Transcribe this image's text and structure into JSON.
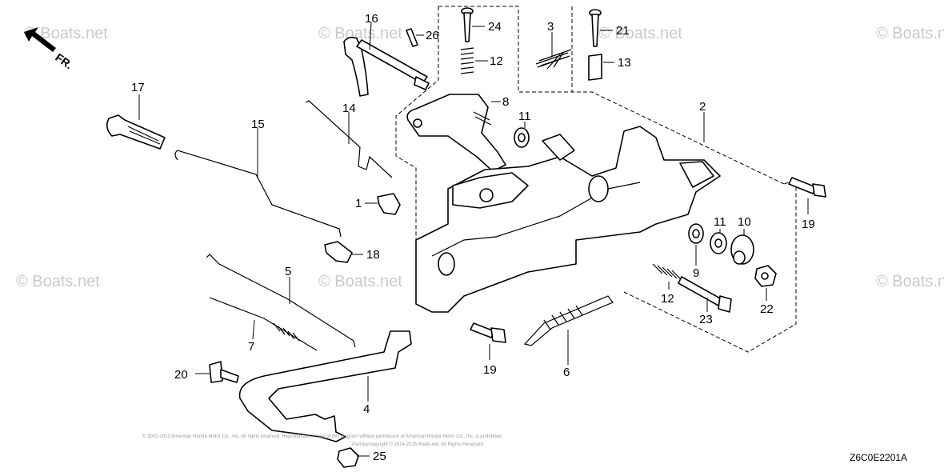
{
  "watermark": "© Boats.net",
  "direction_label": "FR.",
  "diagram_code": "Z6C0E2201A",
  "copyright_lines": [
    "© 2002-2013 American Honda Motor Co., Inc. All rights reserved. Reproduction or use of this diagram without permission of American Honda Motor Co., Inc. is prohibited.",
    "Partsbycopyright © 2014-2015 Boats.net. All Rights Reserved."
  ],
  "callouts": {
    "c16": "16",
    "c26": "26",
    "c24": "24",
    "c12a": "12",
    "c3": "3",
    "c21": "21",
    "c13": "13",
    "c17": "17",
    "c15": "15",
    "c14": "14",
    "c8": "8",
    "c11a": "11",
    "c2": "2",
    "c1": "1",
    "c18": "18",
    "c19a": "19",
    "c11b": "11",
    "c10": "10",
    "c9": "9",
    "c5": "5",
    "c7": "7",
    "c12b": "12",
    "c23": "23",
    "c22": "22",
    "c19b": "19",
    "c6": "6",
    "c20": "20",
    "c4": "4",
    "c25": "25"
  }
}
